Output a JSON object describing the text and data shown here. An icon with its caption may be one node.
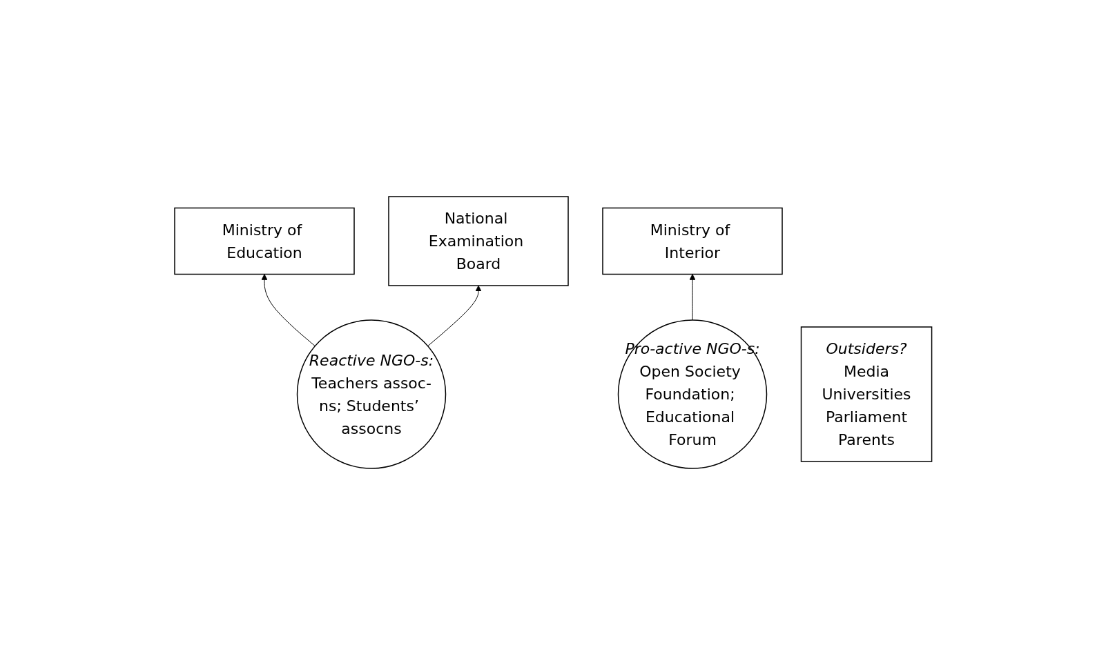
{
  "diagram": {
    "nodes": [
      {
        "text": [
          "Ministry of Education"
        ]
      },
      {
        "text": [
          "National Examination Board"
        ]
      },
      {
        "text": [
          "Ministry of Interior"
        ]
      },
      {
        "text": [
          "Reactive NGO-s:",
          "Teachers assoc-ns; Students’ assocns"
        ]
      },
      {
        "text": [
          "Pro-active NGO-s:",
          "Open Society Foundation; Educational Forum"
        ]
      },
      {
        "text": [
          "Outsiders?",
          "Media",
          "Universities",
          "Parliament",
          "Parents"
        ]
      }
    ],
    "edges": [
      {
        "from": 3,
        "to": 0,
        "arrow": "to"
      },
      {
        "from": 3,
        "to": 1,
        "arrow": "to"
      },
      {
        "from": 4,
        "to": 2,
        "arrow": "to"
      }
    ]
  }
}
